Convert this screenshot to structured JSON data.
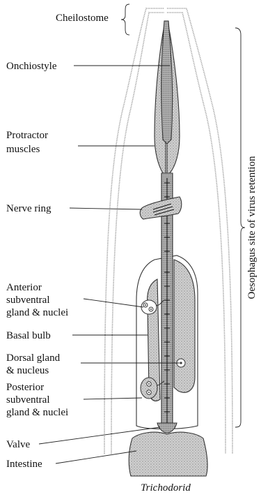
{
  "colors": {
    "ink": "#111111",
    "organ_fill": "#d6d6d6",
    "dark_fill": "#bdbdbd",
    "cuticle": "#9a9a9a",
    "background": "#ffffff"
  },
  "labels": {
    "cheilostome": "Cheilostome",
    "onchiostyle": "Onchiostyle",
    "protractor_1": "Protractor",
    "protractor_2": "muscles",
    "nerve_ring": "Nerve ring",
    "anterior_1": "Anterior",
    "anterior_2": "subventral",
    "anterior_3": "gland & nuclei",
    "basal_bulb": "Basal bulb",
    "dorsal_1": "Dorsal gland",
    "dorsal_2": "& nucleus",
    "posterior_1": "Posterior",
    "posterior_2": "subventral",
    "posterior_3": "gland & nuclei",
    "valve": "Valve",
    "intestine": "Intestine",
    "oesophagus_region": "Oesophagus site of virus retention"
  },
  "caption": "Trichodorid"
}
